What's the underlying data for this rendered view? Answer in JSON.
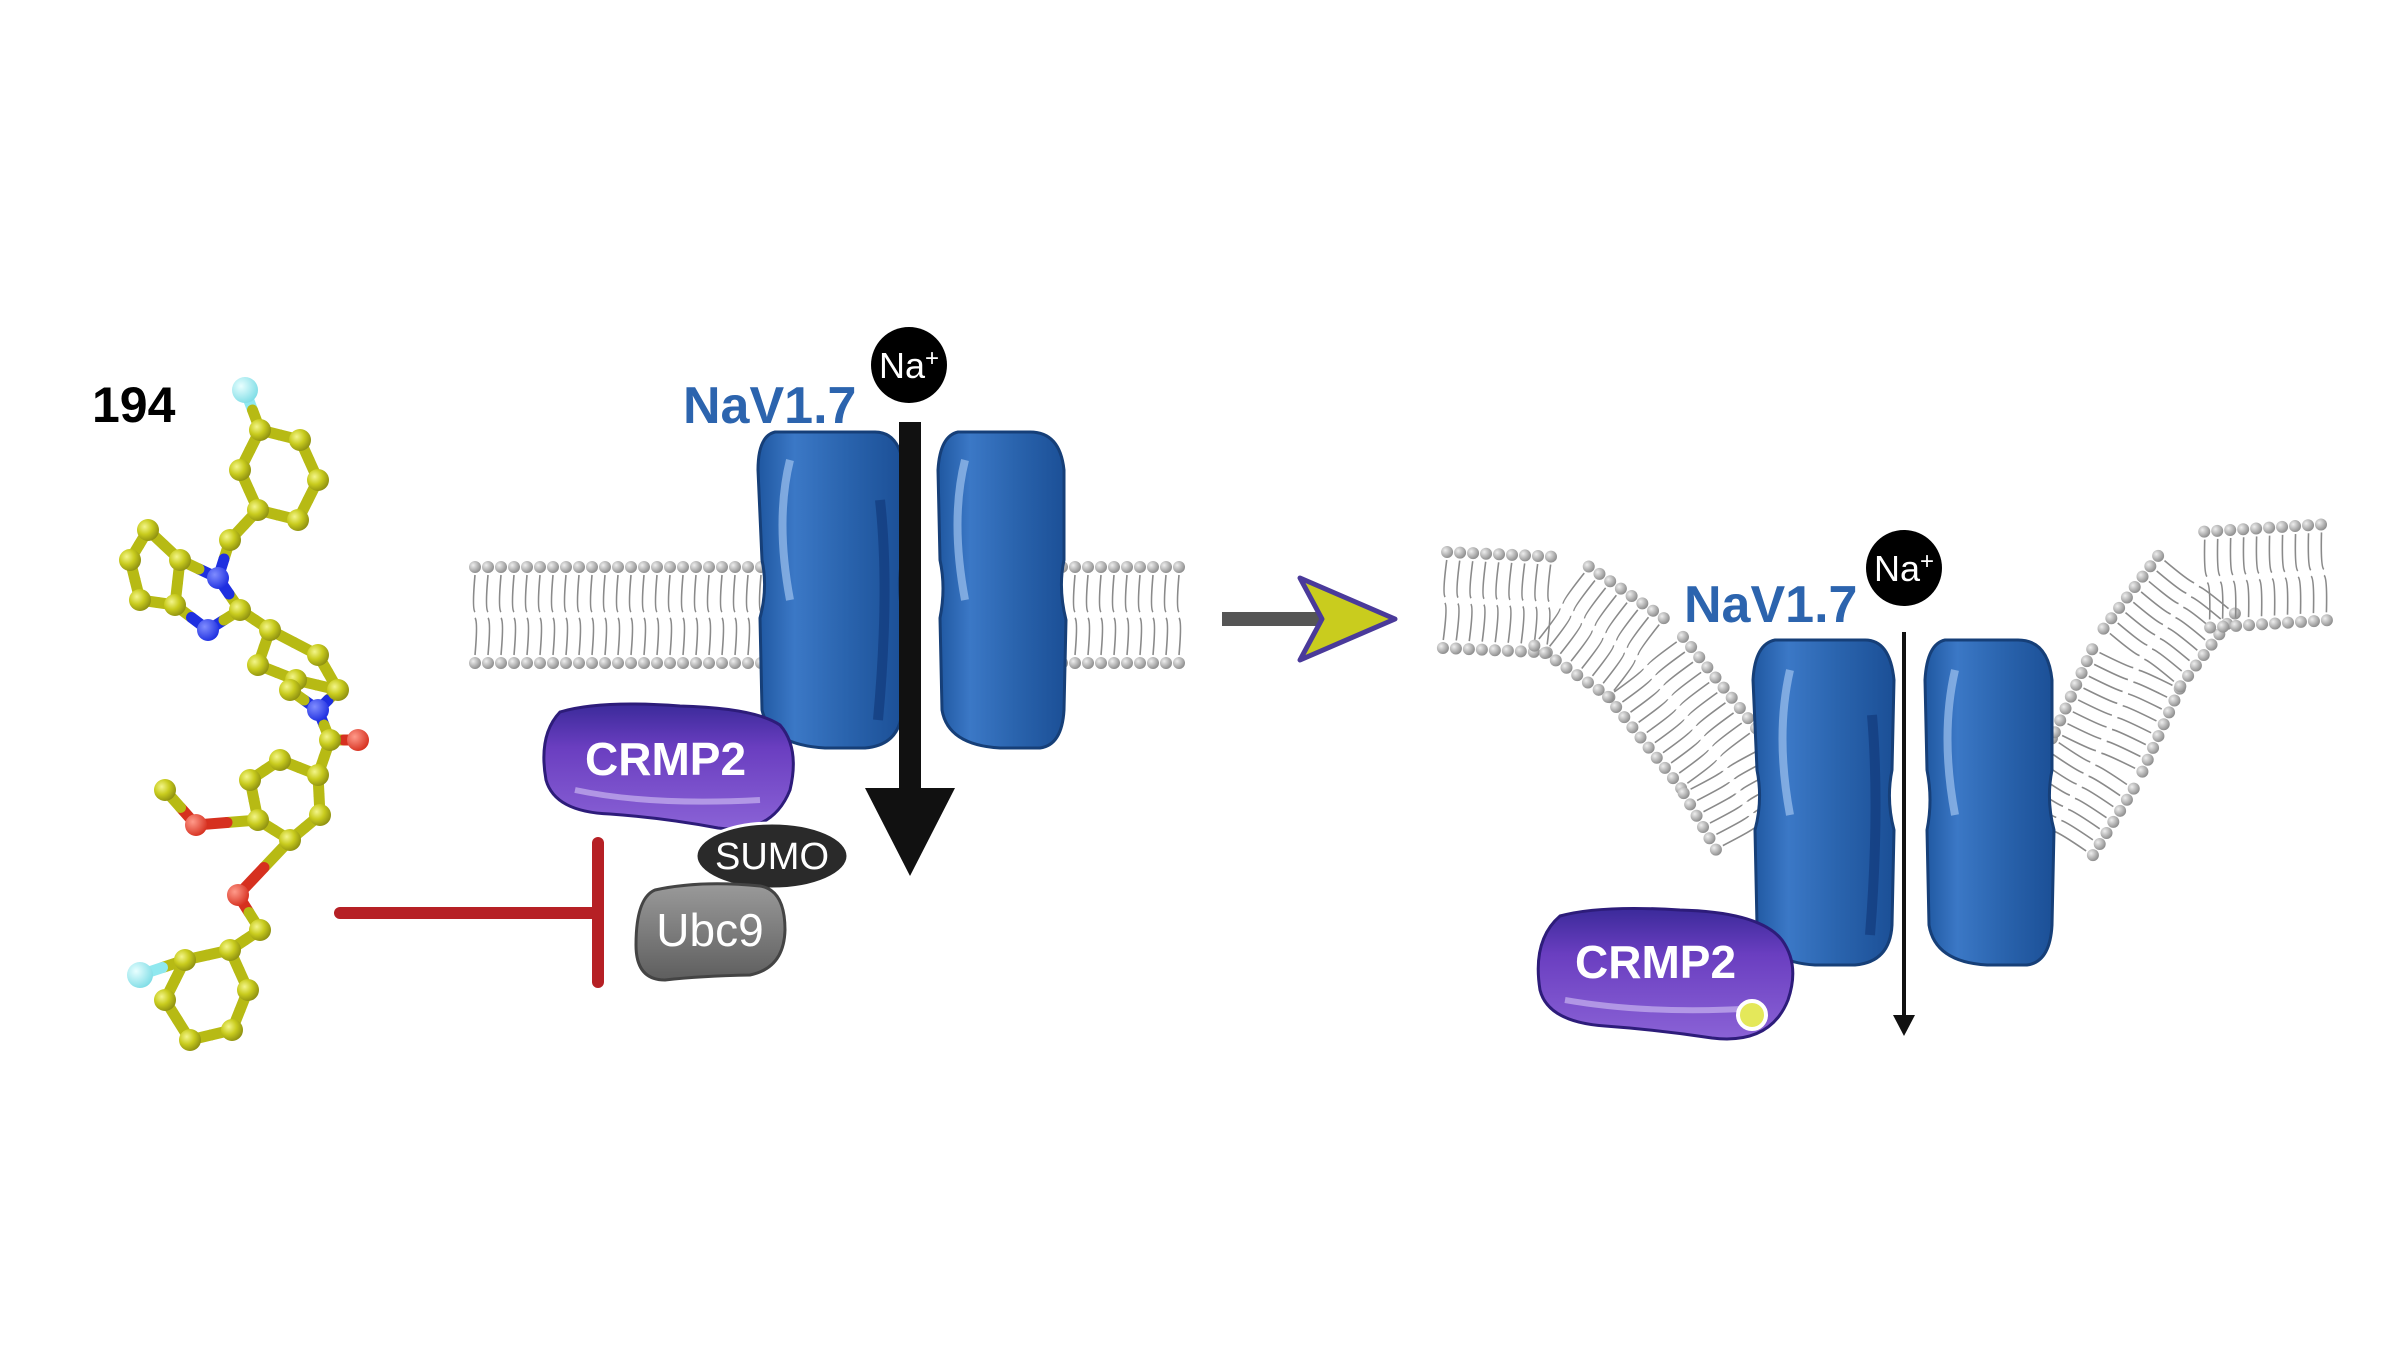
{
  "compound": {
    "label": "194"
  },
  "left_panel": {
    "channel_label": "NaV1.7",
    "ion": {
      "base": "Na",
      "sup": "+"
    },
    "crmp2_label": "CRMP2",
    "sumo_label": "SUMO",
    "ubc9_label": "Ubc9"
  },
  "right_panel": {
    "channel_label": "NaV1.7",
    "ion": {
      "base": "Na",
      "sup": "+"
    },
    "crmp2_label": "CRMP2"
  },
  "colors": {
    "molecule_carbon": "#c9cc1e",
    "molecule_nitrogen": "#1e2fe0",
    "molecule_oxygen": "#e8402e",
    "molecule_fluorine": "#8fe8ef",
    "channel_blue": "#2a64ae",
    "crmp2_purple": "#6a3ec0",
    "inhibition_red": "#b62025",
    "sumo_dark": "#2a2a2a",
    "ubc9_gray": "#7a7a7a",
    "membrane_gray": "#9a9a9a",
    "transition_arrow_gray": "#555555",
    "transition_arrowhead": "#c9cc1e"
  }
}
